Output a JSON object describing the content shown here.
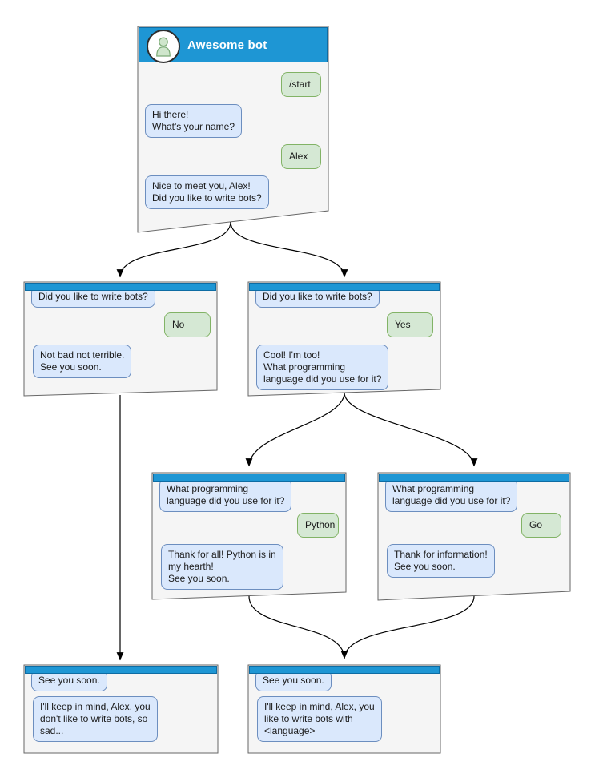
{
  "colors": {
    "header_blue": "#1e96d4",
    "header_border": "#0e6ca3",
    "bot_bubble_fill": "#dae8fc",
    "bot_bubble_border": "#6c8ebf",
    "user_bubble_fill": "#d5e8d4",
    "user_bubble_border": "#82b366",
    "panel_fill": "#f5f5f5",
    "panel_border": "#666666"
  },
  "icons": {
    "avatar": "person-icon"
  },
  "panels": {
    "main": {
      "title": "Awesome bot",
      "messages": {
        "start": "/start",
        "greet": "Hi there!\nWhat's your name?",
        "name": "Alex",
        "ask": "Nice to meet you, Alex!\nDid you like to write bots?"
      }
    },
    "no_branch": {
      "question": "Did you like to write bots?",
      "answer": "No",
      "reply": "Not bad not terrible.\nSee you soon."
    },
    "yes_branch": {
      "question": "Did you like to write bots?",
      "answer": "Yes",
      "reply": "Cool! I'm too!\nWhat programming\nlanguage did you use for it?"
    },
    "python_branch": {
      "question": "What programming\nlanguage did you use for it?",
      "answer": "Python",
      "reply": "Thank for all! Python is in\nmy hearth!\nSee you soon."
    },
    "go_branch": {
      "question": "What programming\nlanguage did you use for it?",
      "answer": "Go",
      "reply": "Thank for information!\nSee you soon."
    },
    "end_no": {
      "question": "See you soon.",
      "reply": "I'll keep in mind, Alex, you\ndon't like to write bots, so\nsad..."
    },
    "end_yes": {
      "question": "See you soon.",
      "reply": "I'll keep in mind, Alex, you\nlike to write bots with\n<language>"
    }
  }
}
